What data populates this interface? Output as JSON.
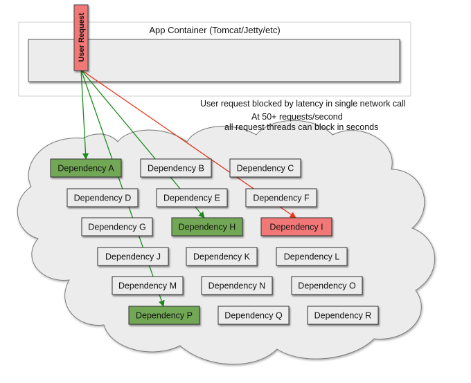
{
  "app_container": {
    "title": "App Container (Tomcat/Jetty/etc)"
  },
  "user_request": {
    "label": "User Request",
    "color": "#f27878"
  },
  "captions": {
    "line1": "User request blocked by latency in single network call",
    "line2": "At 50+ requests/second",
    "line3": "all request threads can block in seconds"
  },
  "colors": {
    "ok_fill": "#72a854",
    "failing_fill": "#f27878",
    "default_fill": "#ececec",
    "ok_arrow": "#1a8a1a",
    "failing_arrow": "#e8341c"
  },
  "dependencies": [
    {
      "label": "Dependency A",
      "state": "ok"
    },
    {
      "label": "Dependency B",
      "state": "idle"
    },
    {
      "label": "Dependency C",
      "state": "idle"
    },
    {
      "label": "Dependency D",
      "state": "idle"
    },
    {
      "label": "Dependency E",
      "state": "idle"
    },
    {
      "label": "Dependency F",
      "state": "idle"
    },
    {
      "label": "Dependency G",
      "state": "idle"
    },
    {
      "label": "Dependency H",
      "state": "ok"
    },
    {
      "label": "Dependency I",
      "state": "failing"
    },
    {
      "label": "Dependency J",
      "state": "idle"
    },
    {
      "label": "Dependency K",
      "state": "idle"
    },
    {
      "label": "Dependency L",
      "state": "idle"
    },
    {
      "label": "Dependency M",
      "state": "idle"
    },
    {
      "label": "Dependency N",
      "state": "idle"
    },
    {
      "label": "Dependency O",
      "state": "idle"
    },
    {
      "label": "Dependency P",
      "state": "ok"
    },
    {
      "label": "Dependency Q",
      "state": "idle"
    },
    {
      "label": "Dependency R",
      "state": "idle"
    }
  ],
  "arrows": [
    {
      "to": "Dependency A",
      "kind": "ok"
    },
    {
      "to": "Dependency H",
      "kind": "ok"
    },
    {
      "to": "Dependency P",
      "kind": "ok"
    },
    {
      "to": "Dependency I",
      "kind": "failing"
    }
  ]
}
